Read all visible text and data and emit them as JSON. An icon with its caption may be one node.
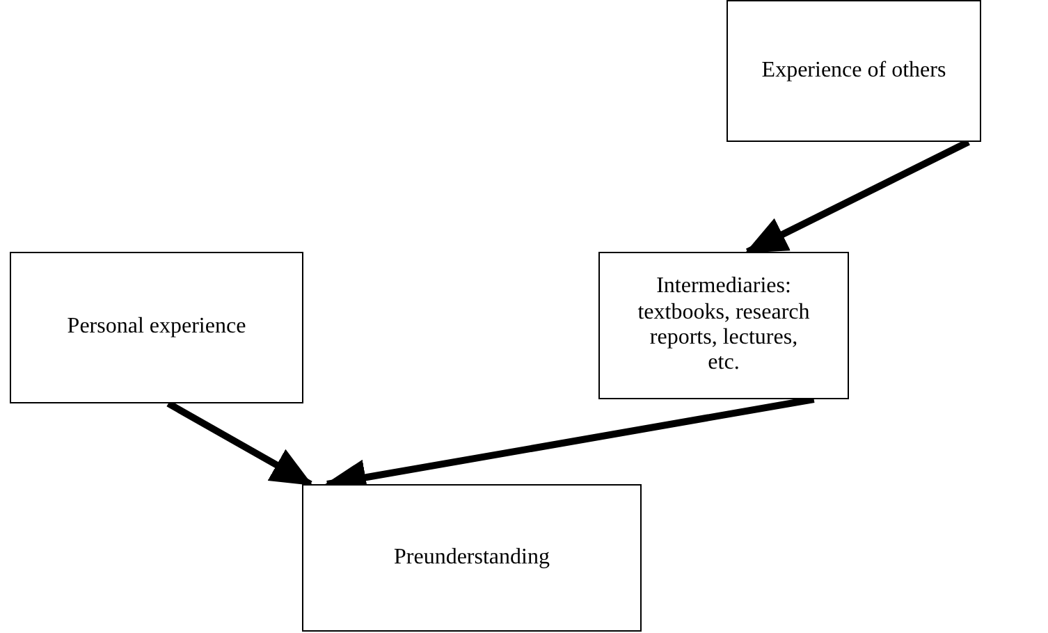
{
  "diagram": {
    "nodes": [
      {
        "text": [
          "Experience of others"
        ]
      },
      {
        "text": [
          "Intermediaries: textbooks, research reports, lectures, etc."
        ]
      },
      {
        "text": [
          "Personal experience"
        ]
      },
      {
        "text": [
          "Preunderstanding"
        ]
      }
    ],
    "edges": [
      {
        "from": 0,
        "to": 1,
        "arrow": "to"
      },
      {
        "from": 2,
        "to": 3,
        "arrow": "to"
      },
      {
        "from": 1,
        "to": 3,
        "arrow": "to"
      }
    ]
  }
}
